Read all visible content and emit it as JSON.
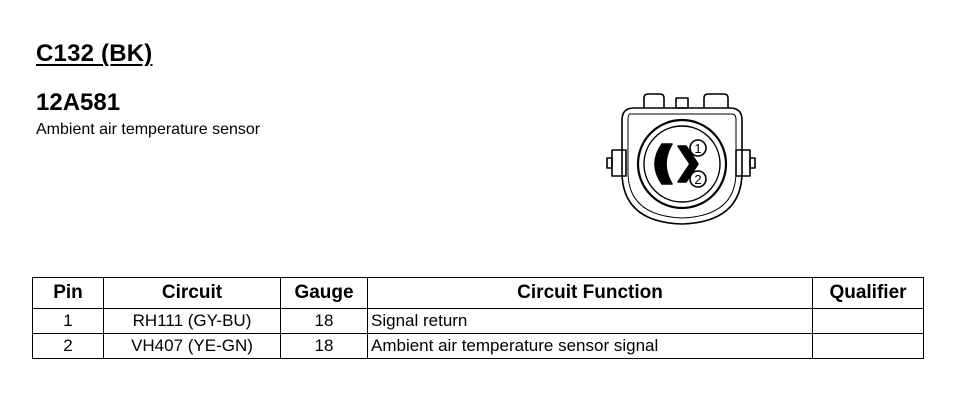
{
  "header": {
    "connector_id": "C132 (BK)",
    "part_number": "12A581",
    "description": "Ambient air temperature sensor"
  },
  "diagram": {
    "pin_labels": [
      "1",
      "2"
    ]
  },
  "table": {
    "columns": [
      "Pin",
      "Circuit",
      "Gauge",
      "Circuit Function",
      "Qualifier"
    ],
    "rows": [
      {
        "pin": "1",
        "circuit": "RH111 (GY-BU)",
        "gauge": "18",
        "function": "Signal return",
        "qualifier": ""
      },
      {
        "pin": "2",
        "circuit": "VH407 (YE-GN)",
        "gauge": "18",
        "function": "Ambient air temperature sensor signal",
        "qualifier": ""
      }
    ]
  }
}
